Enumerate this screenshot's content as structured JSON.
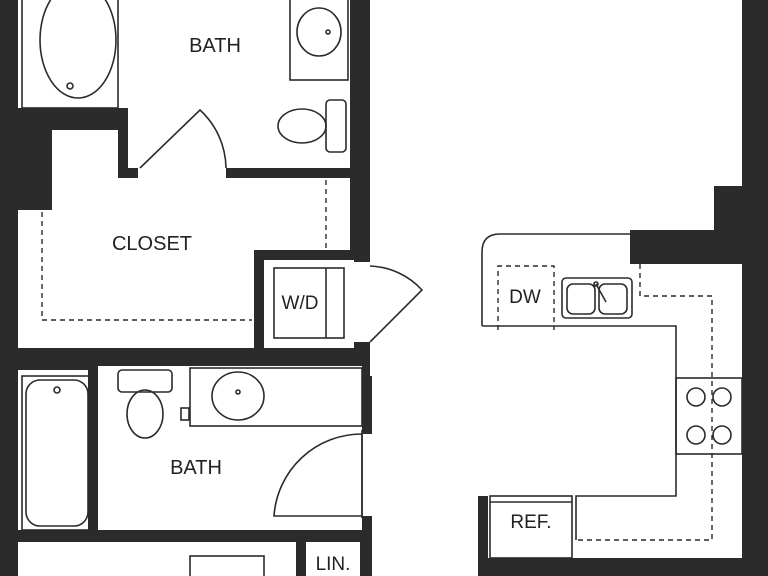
{
  "floorplan": {
    "rooms": {
      "bath_upper": "BATH",
      "closet": "CLOSET",
      "washer_dryer": "W/D",
      "bath_lower": "BATH",
      "dishwasher": "DW",
      "refrigerator": "REF.",
      "linen": "LIN."
    },
    "colors": {
      "wall": "#2b2b2b",
      "fixture_stroke": "#2b2b2b",
      "background": "#ffffff"
    }
  }
}
